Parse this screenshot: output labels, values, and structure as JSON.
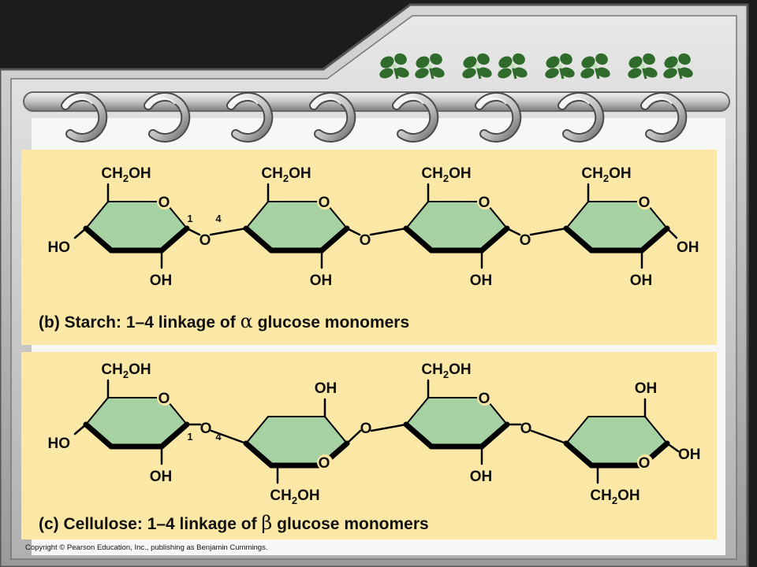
{
  "copyright": "Copyright © Pearson Education, Inc., publishing as Benjamin Cummings.",
  "colors": {
    "panel": "#fbe8a6",
    "ring": "#a6d1a3",
    "bond": "#000000",
    "frame": "#b9b9b9",
    "leaf": "#2f6b2a"
  },
  "starch": {
    "caption_prefix": "(b) Starch: 1–4 linkage of ",
    "caption_greek": "α",
    "caption_suffix": " glucose monomers",
    "ring_label": "O",
    "bridge_label": "O",
    "ch2oh": {
      "main": "CH",
      "sub": "2",
      "tail": "OH"
    },
    "oh": "OH",
    "ho": "HO",
    "num1": "1",
    "num4": "4"
  },
  "cellulose": {
    "caption_prefix": "(c) Cellulose: 1–4 linkage of ",
    "caption_greek": "β",
    "caption_suffix": " glucose monomers",
    "ring_label": "O",
    "bridge_label": "O",
    "ch2oh": {
      "main": "CH",
      "sub": "2",
      "tail": "OH"
    },
    "oh": "OH",
    "ho": "HO",
    "num1": "1",
    "num4": "4"
  },
  "decor": {
    "leaf_icon": "clover-leaf-icon",
    "ring_icon": "binder-ring-icon"
  }
}
